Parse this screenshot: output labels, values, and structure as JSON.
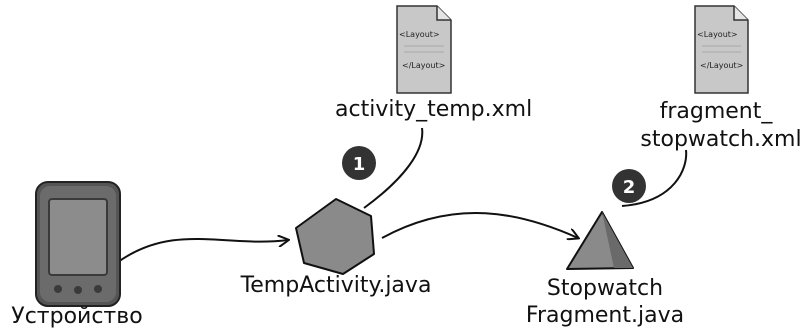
{
  "nodes": {
    "device": {
      "label": "Устройство"
    },
    "activity": {
      "label": "TempActivity.java"
    },
    "fragment": {
      "label_line1": "Stopwatch",
      "label_line2": "Fragment.java"
    },
    "activity_layout": {
      "label": "activity_temp.xml",
      "tag_open": "<Layout>",
      "tag_close": "</Layout>"
    },
    "fragment_layout": {
      "label_line1": "fragment_",
      "label_line2": "stopwatch.xml",
      "tag_open": "<Layout>",
      "tag_close": "</Layout>"
    }
  },
  "steps": [
    {
      "number": "1"
    },
    {
      "number": "2"
    }
  ],
  "colors": {
    "shape_fill": "#8a8a8a",
    "shape_dark": "#555555",
    "doc_fill": "#c8c8c8",
    "badge_fill": "#333333",
    "line": "#111111"
  }
}
